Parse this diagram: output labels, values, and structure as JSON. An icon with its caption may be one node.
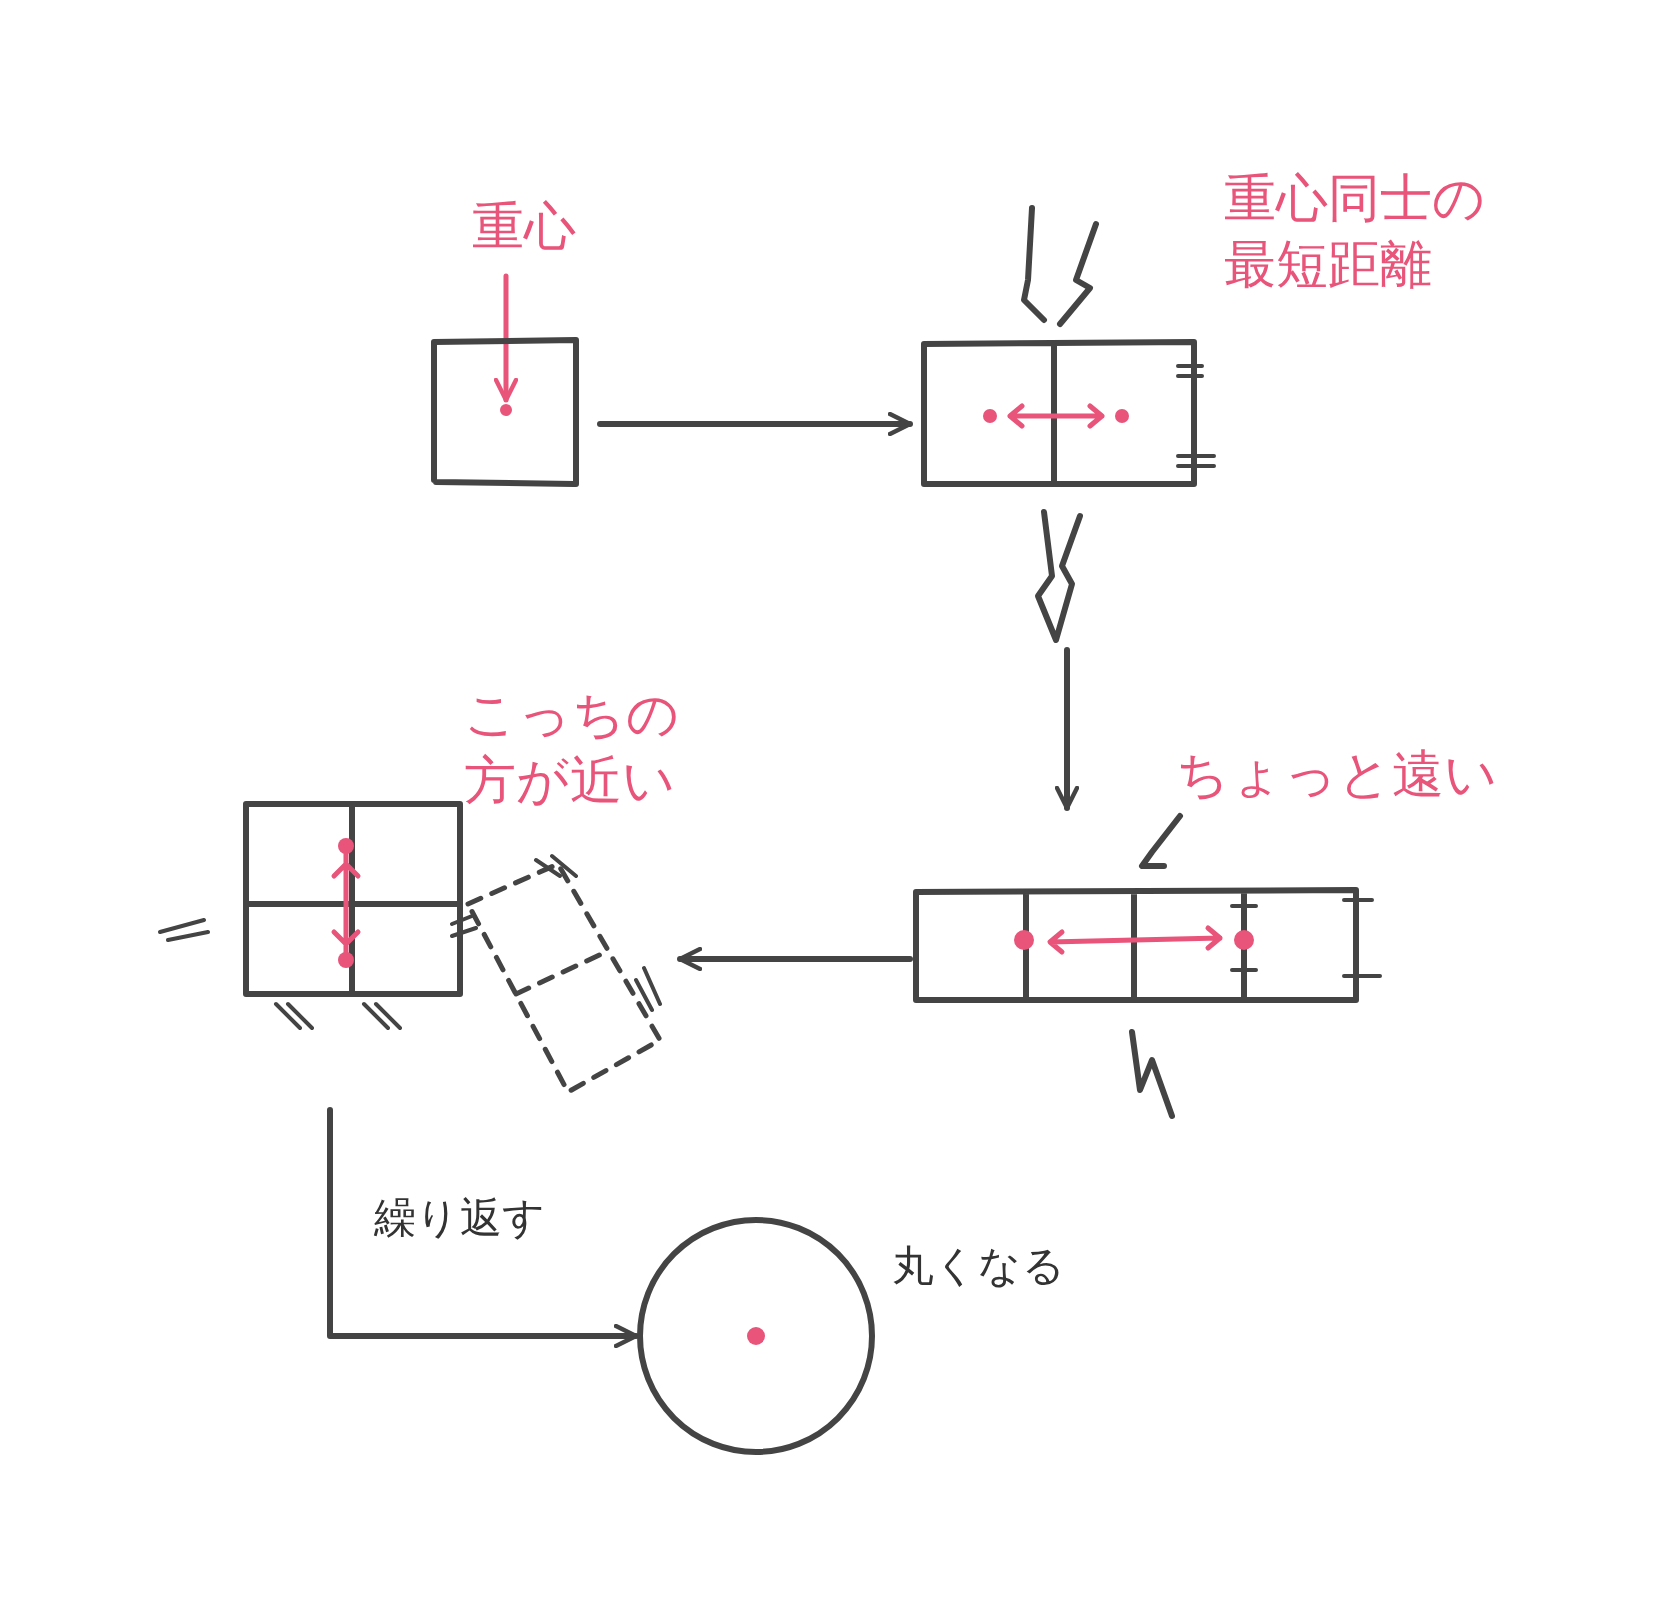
{
  "diagram": {
    "nodes": [
      {
        "text": [
          "重心"
        ]
      },
      {
        "text": [],
        "shape": "picture"
      },
      {
        "text": [],
        "shape": "circle",
        "in": 1
      },
      {
        "text": [],
        "shape": "picture",
        "beside": [
          "重心同士の最短距離"
        ]
      },
      {
        "text": [],
        "shape": "picture",
        "beside": [
          "ちょっと遠い"
        ]
      },
      {
        "text": [],
        "shape": "picture",
        "beside": [
          "こっちの方が近い"
        ]
      },
      {
        "text": [],
        "shape": "circle",
        "beside": [
          "丸くなる"
        ]
      }
    ],
    "edges": [
      {
        "from": 0,
        "to": 2,
        "arrow": "to",
        "color": "#e8547a"
      },
      {
        "from": 1,
        "to": 3,
        "arrow": "to"
      },
      {
        "from": 3,
        "to": 4,
        "arrow": "to"
      },
      {
        "from": 4,
        "to": 5,
        "arrow": "to"
      },
      {
        "from": 5,
        "to": 6,
        "arrow": "to",
        "label": "繰り返す"
      }
    ]
  }
}
